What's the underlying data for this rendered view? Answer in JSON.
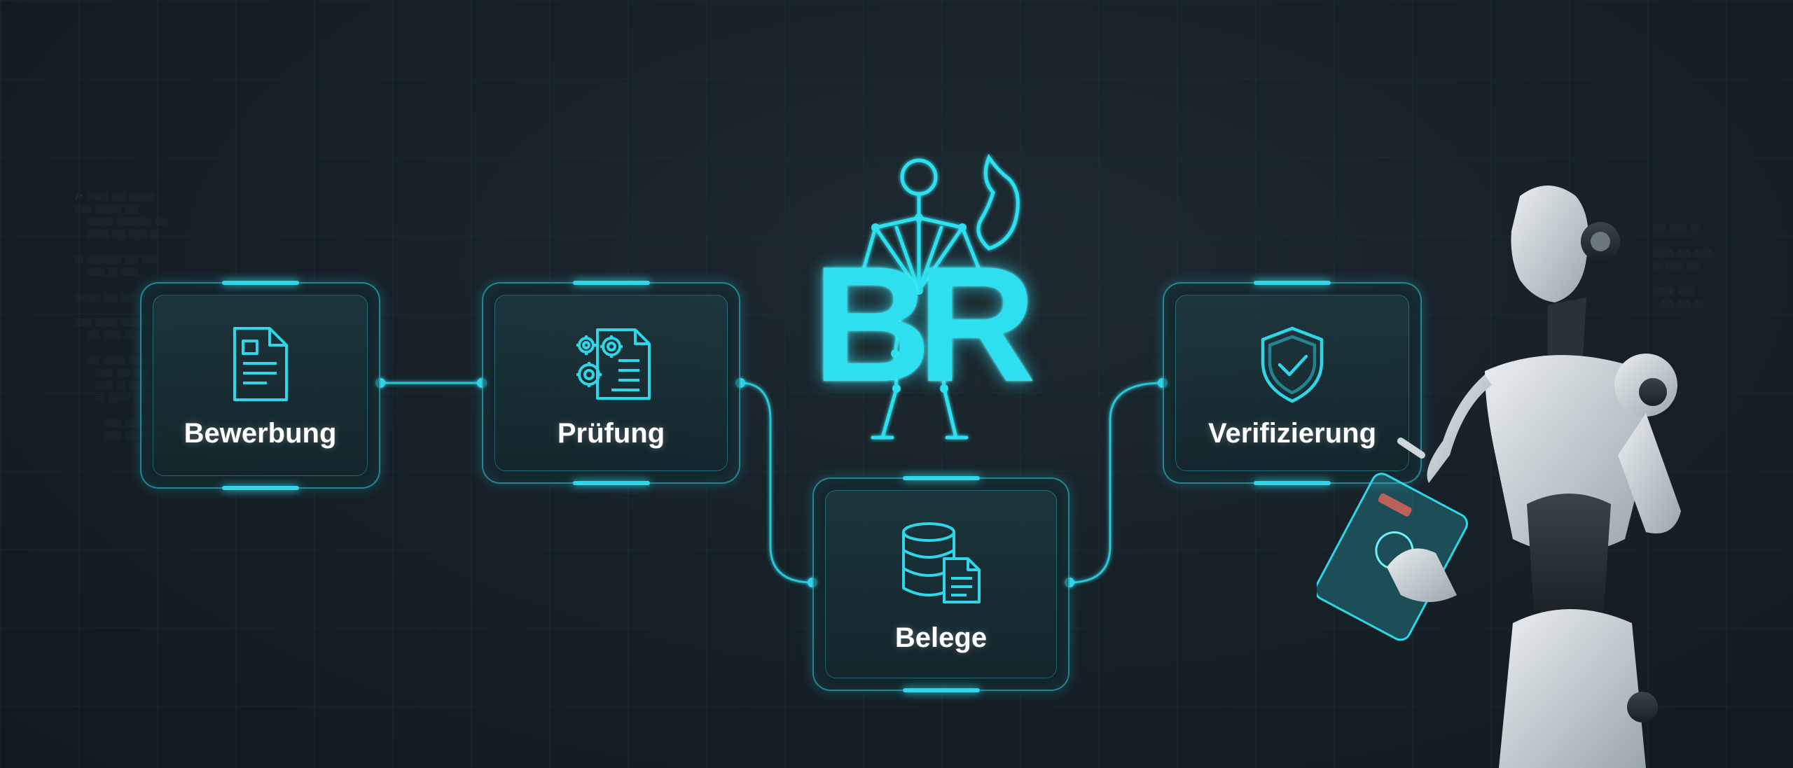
{
  "logo": {
    "text": "BR"
  },
  "nodes": [
    {
      "label": "Bewerbung",
      "icon": "document-icon"
    },
    {
      "label": "Prüfung",
      "icon": "gear-document-icon"
    },
    {
      "label": "Belege",
      "icon": "database-document-icon"
    },
    {
      "label": "Verifizierung",
      "icon": "shield-check-icon"
    }
  ],
  "colors": {
    "accent": "#2fd6e8",
    "background": "#172128",
    "label": "#ffffff"
  }
}
